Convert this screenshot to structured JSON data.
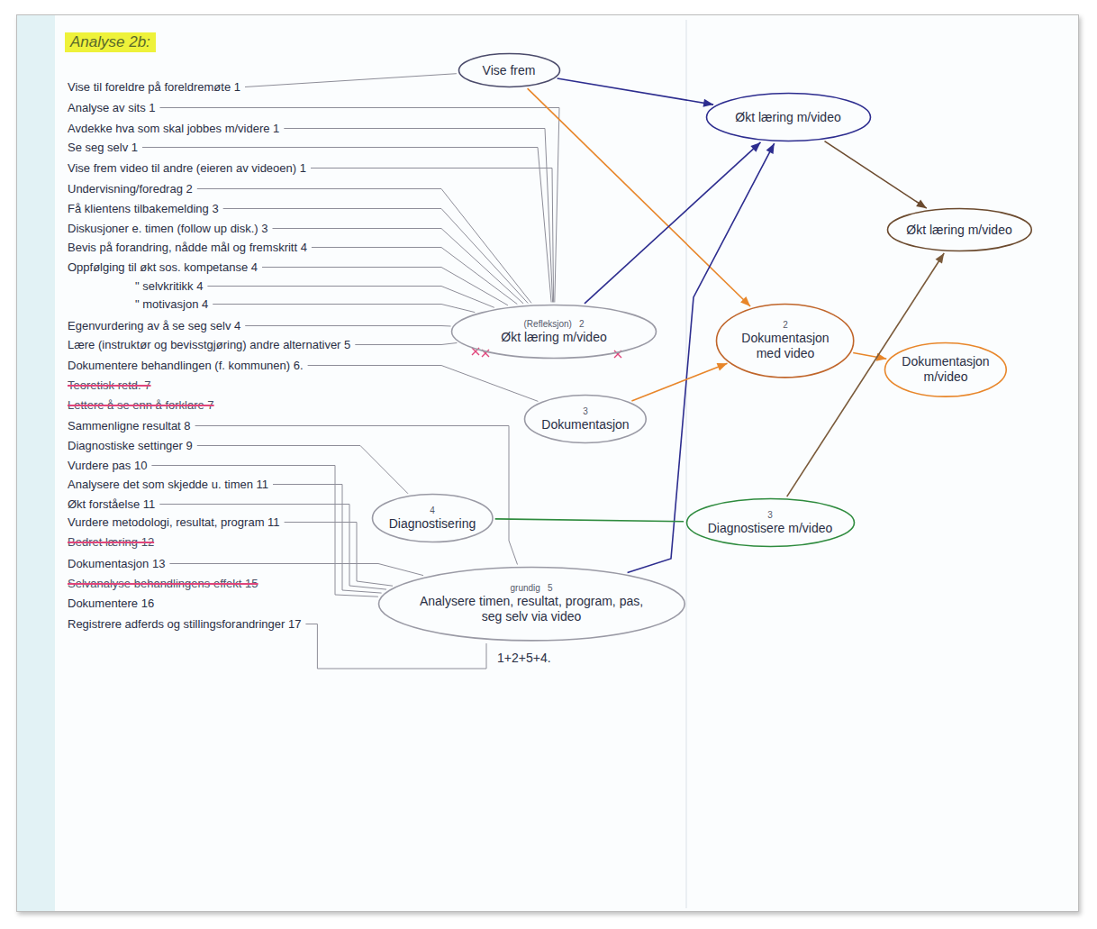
{
  "diagram": {
    "title": "Analyse 2b:",
    "nodes": [
      {
        "text": [
          "Vise frem"
        ]
      },
      {
        "text": [
          "(Refleksjon)",
          "2",
          "Økt læring m/video"
        ]
      },
      {
        "text": [
          "3",
          "Dokumentasjon"
        ]
      },
      {
        "text": [
          "4",
          "Diagnostisering"
        ]
      },
      {
        "text": [
          "grundig",
          "5",
          "Analysere timen, resultat, program, pas, seg selv via video"
        ]
      },
      {
        "text": [
          "Økt læring m/video"
        ]
      },
      {
        "text": [
          "2",
          "Dokumentasjon med video"
        ]
      },
      {
        "text": [
          "3",
          "Diagnostisere m/video"
        ]
      },
      {
        "text": [
          "Økt læring m/video"
        ]
      },
      {
        "text": [
          "Dokumentasjon m/video"
        ]
      }
    ],
    "edges": [
      {
        "from": 0,
        "to": 5,
        "arrow": "to"
      },
      {
        "from": 0,
        "to": 6,
        "arrow": "to"
      },
      {
        "from": 1,
        "to": 5,
        "arrow": "to"
      },
      {
        "from": 4,
        "to": 5,
        "arrow": "to"
      },
      {
        "from": 2,
        "to": 6,
        "arrow": "to"
      },
      {
        "from": 3,
        "to": 7,
        "arrow": "none"
      },
      {
        "from": 5,
        "to": 8,
        "arrow": "to"
      },
      {
        "from": 6,
        "to": 9,
        "arrow": "to"
      },
      {
        "from": 7,
        "to": 8,
        "arrow": "to"
      }
    ],
    "labels": [
      "Vise til foreldre på foreldremøte 1",
      "Analyse av sits 1",
      "Avdekke hva som skal jobbes m/videre 1",
      "Se seg selv 1",
      "Vise frem video til andre (eieren av videoen) 1",
      "Undervisning/foredrag 2",
      "Få klientens tilbakemelding 3",
      "Diskusjoner e. timen (follow up disk.) 3",
      "Bevis på forandring, nådde mål og fremskritt 4",
      "Oppfølging til økt sos. kompetanse 4",
      "\" selvkritikk 4",
      "\" motivasjon 4",
      "Egenvurdering av å se seg selv 4",
      "Lære (instruktør og bevisstgjøring) andre alternativer 5",
      "Dokumentere behandlingen (f. kommunen) 6.",
      "Teoretisk retd. 7",
      "Lettere å se enn å forklare 7",
      "Sammenligne resultat 8",
      "Diagnostiske settinger 9",
      "Vurdere pas 10",
      "Analysere det som skjedde u. timen 11",
      "Økt forståelse 11",
      "Vurdere metodologi, resultat, program 11",
      "Bedret læring 12",
      "Dokumentasjon 13",
      "Selvanalyse behandlingens effekt 15",
      "Dokumentere 16",
      "Registrere adferds og stillingsforandringer 17",
      "1+2+5+4."
    ]
  }
}
